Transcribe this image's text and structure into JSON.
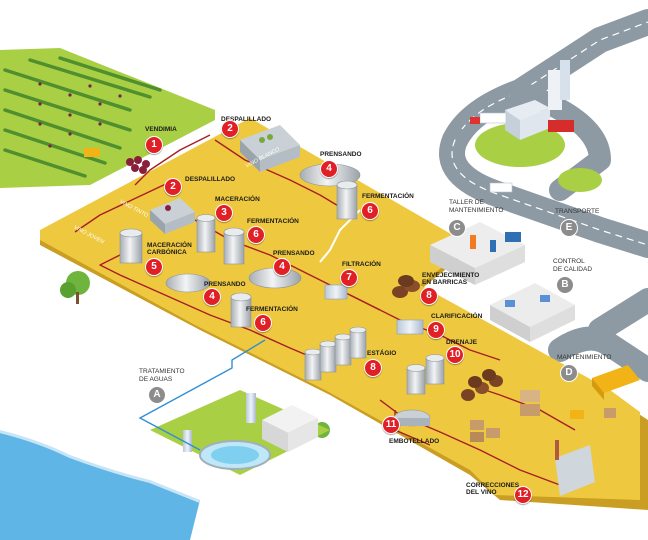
{
  "colors": {
    "platform": "#eec940",
    "platform_shadow": "#c99e22",
    "grass": "#a9cf45",
    "road": "#8e9aa3",
    "pipe_red": "#a81e23",
    "step_badge": "#e11f26",
    "service_badge": "#8c8c8c",
    "water": "#5fb6e6",
    "pipe_blue": "#2f8fd4"
  },
  "steps": {
    "vendimia": {
      "label": "VENDIMIA",
      "num": "1"
    },
    "despalillado_top": {
      "label": "DESPALILLADO",
      "num": "2"
    },
    "despalillado_mid": {
      "label": "DESPALILLADO",
      "num": "2"
    },
    "maceracion": {
      "label": "MACERACIÓN",
      "num": "3"
    },
    "prensando_top": {
      "label": "PRENSANDO",
      "num": "4"
    },
    "prensando_mid": {
      "label": "PRENSANDO",
      "num": "4"
    },
    "prensando_low": {
      "label": "PRENSANDO",
      "num": "4"
    },
    "maceracion_carbonica": {
      "label_line1": "MACERACIÓN",
      "label_line2": "CARBÓNICA",
      "num": "5"
    },
    "fermentacion_top": {
      "label": "FERMENTACIÓN",
      "num": "6"
    },
    "fermentacion_mid": {
      "label": "FERMENTACIÓN",
      "num": "6"
    },
    "fermentacion_low": {
      "label": "FERMENTACIÓN",
      "num": "6"
    },
    "filtracion": {
      "label": "FILTRACIÓN",
      "num": "7"
    },
    "envejecimiento": {
      "label_line1": "ENVEJECIMIENTO",
      "label_line2": "EN BARRICAS",
      "num": "8"
    },
    "estagio": {
      "label": "ESTÁGIO",
      "num": "8"
    },
    "clarificacion": {
      "label": "CLARIFICACIÓN",
      "num": "9"
    },
    "drenaje": {
      "label": "DRENAJE",
      "num": "10"
    },
    "embotellado": {
      "label": "EMBOTELLADO",
      "num": "11"
    },
    "correcciones": {
      "label_line1": "CORRECCIONES",
      "label_line2": "DEL VINO",
      "num": "12"
    }
  },
  "services": {
    "tratamiento": {
      "label_line1": "TRATAMIENTO",
      "label_line2": "DE AGUAS",
      "letter": "A"
    },
    "control": {
      "label_line1": "CONTROL",
      "label_line2": "DE CALIDAD",
      "letter": "B"
    },
    "taller": {
      "label_line1": "TALLER DE",
      "label_line2": "MANTENIMIENTO",
      "letter": "C"
    },
    "mantenimiento": {
      "label": "MANTENIMIENTO",
      "letter": "D"
    },
    "transporte": {
      "label": "TRANSPORTE",
      "letter": "E"
    }
  },
  "flow_tags": {
    "vino_tinto": "VINO TINTO",
    "vino_joven": "VINO JOVEN",
    "vino_blanco": "VINO BLANCO"
  }
}
